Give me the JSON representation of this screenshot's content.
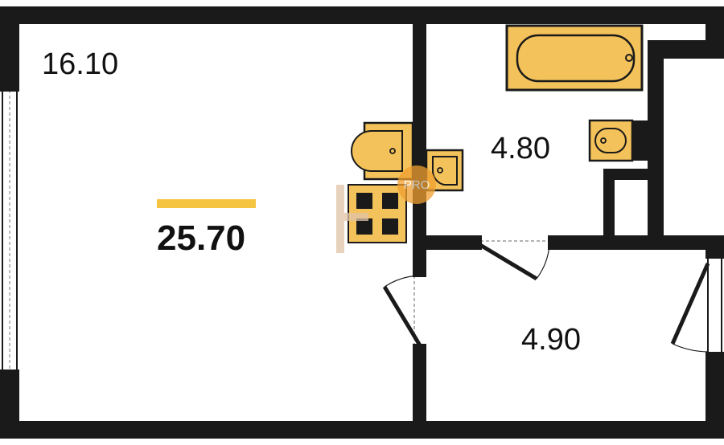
{
  "plan": {
    "total_area": "25.70",
    "rooms": [
      {
        "id": "living-room",
        "area": "16.10"
      },
      {
        "id": "bathroom",
        "area": "4.80"
      },
      {
        "id": "hallway",
        "area": "4.90"
      }
    ],
    "watermark_text": "PRO"
  },
  "colors": {
    "wall": "#1a1a1a",
    "fixture_fill": "#f4c25a",
    "accent_bar": "#f5c542",
    "watermark_orange": "#f0a030",
    "watermark_block": "#e2c4a8",
    "floor": "#ffffff"
  }
}
